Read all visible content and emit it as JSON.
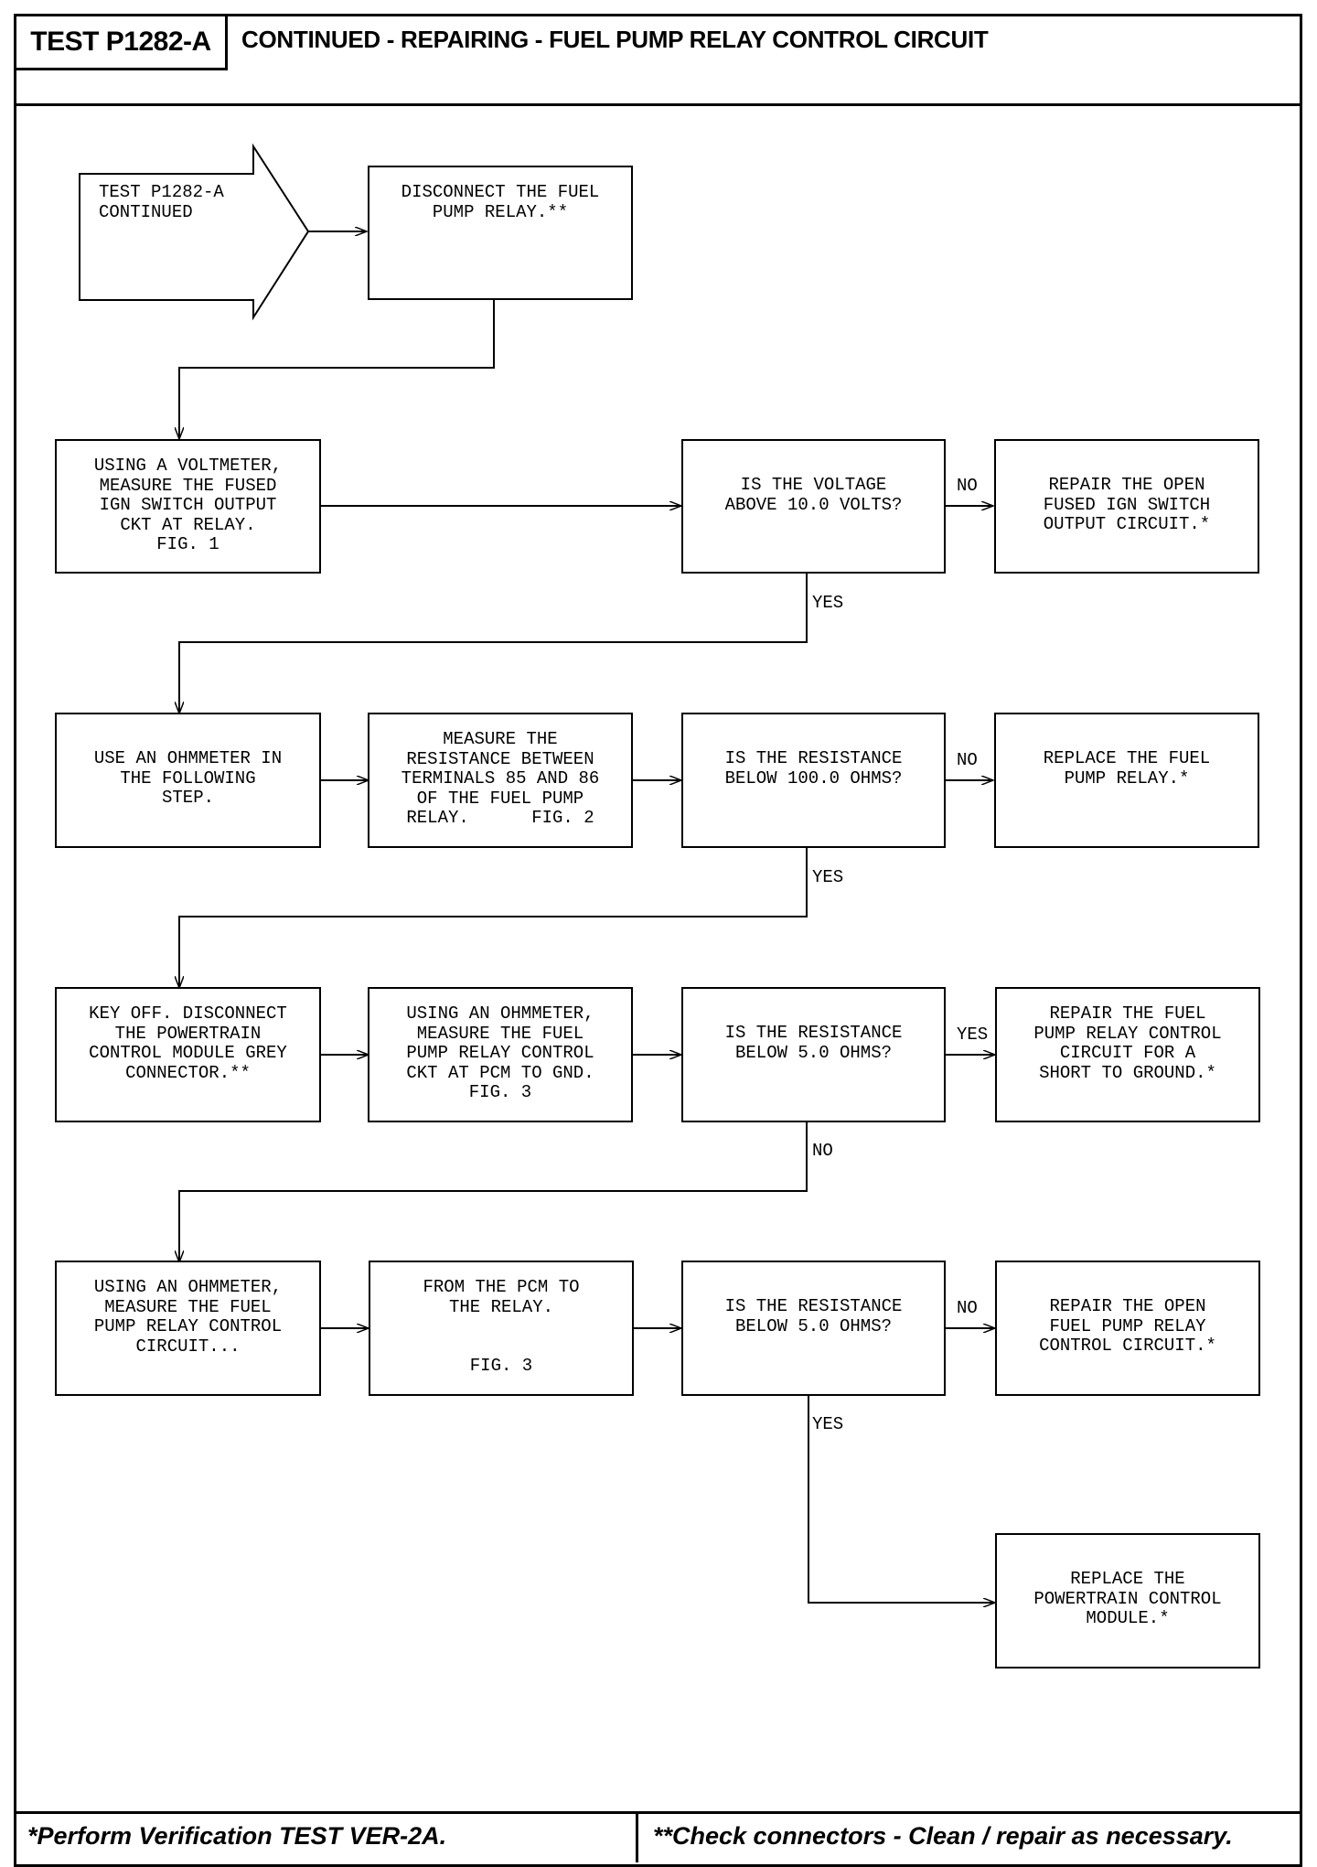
{
  "header": {
    "test_id": "TEST P1282-A",
    "title": "CONTINUED - REPAIRING - FUEL PUMP RELAY CONTROL CIRCUIT"
  },
  "start": "TEST P1282-A\nCONTINUED",
  "boxes": {
    "disconnect_relay": "DISCONNECT THE FUEL\nPUMP RELAY.**",
    "voltmeter": "USING A VOLTMETER,\nMEASURE THE FUSED\nIGN SWITCH OUTPUT\nCKT AT RELAY.\nFIG. 1",
    "q_voltage": "IS THE VOLTAGE\nABOVE 10.0 VOLTS?",
    "repair_fused": "REPAIR THE OPEN\nFUSED IGN SWITCH\nOUTPUT CIRCUIT.*",
    "use_ohmmeter": "USE AN OHMMETER IN\nTHE FOLLOWING\nSTEP.",
    "measure_85_86": "MEASURE THE\nRESISTANCE BETWEEN\nTERMINALS 85 AND 86\nOF THE FUEL PUMP\nRELAY.      FIG. 2",
    "q_res_100": "IS THE RESISTANCE\nBELOW 100.0 OHMS?",
    "replace_relay": "REPLACE THE FUEL\nPUMP RELAY.*",
    "key_off": "KEY OFF. DISCONNECT\nTHE POWERTRAIN\nCONTROL MODULE GREY\nCONNECTOR.**",
    "measure_gnd": "USING AN OHMMETER,\nMEASURE THE FUEL\nPUMP RELAY CONTROL\nCKT AT PCM TO GND.\nFIG. 3",
    "q_res_5a": "IS THE RESISTANCE\nBELOW 5.0 OHMS?",
    "repair_short": "REPAIR THE FUEL\nPUMP RELAY CONTROL\nCIRCUIT FOR A\nSHORT TO GROUND.*",
    "measure_circuit": "USING AN OHMMETER,\nMEASURE THE FUEL\nPUMP RELAY CONTROL\nCIRCUIT...",
    "pcm_to_relay": "FROM THE PCM TO\nTHE RELAY.\n\n\nFIG. 3",
    "q_res_5b": "IS THE RESISTANCE\nBELOW 5.0 OHMS?",
    "repair_open": "REPAIR THE OPEN\nFUEL PUMP RELAY\nCONTROL CIRCUIT.*",
    "replace_pcm": "REPLACE THE\nPOWERTRAIN CONTROL\nMODULE.*"
  },
  "labels": {
    "no_1": "NO",
    "yes_1": "YES",
    "no_2": "NO",
    "yes_2": "YES",
    "yes_3": "YES",
    "no_3": "NO",
    "no_4": "NO",
    "yes_4": "YES"
  },
  "footer": {
    "left": "*Perform Verification TEST VER-2A.",
    "right": "**Check connectors - Clean / repair as necessary."
  }
}
